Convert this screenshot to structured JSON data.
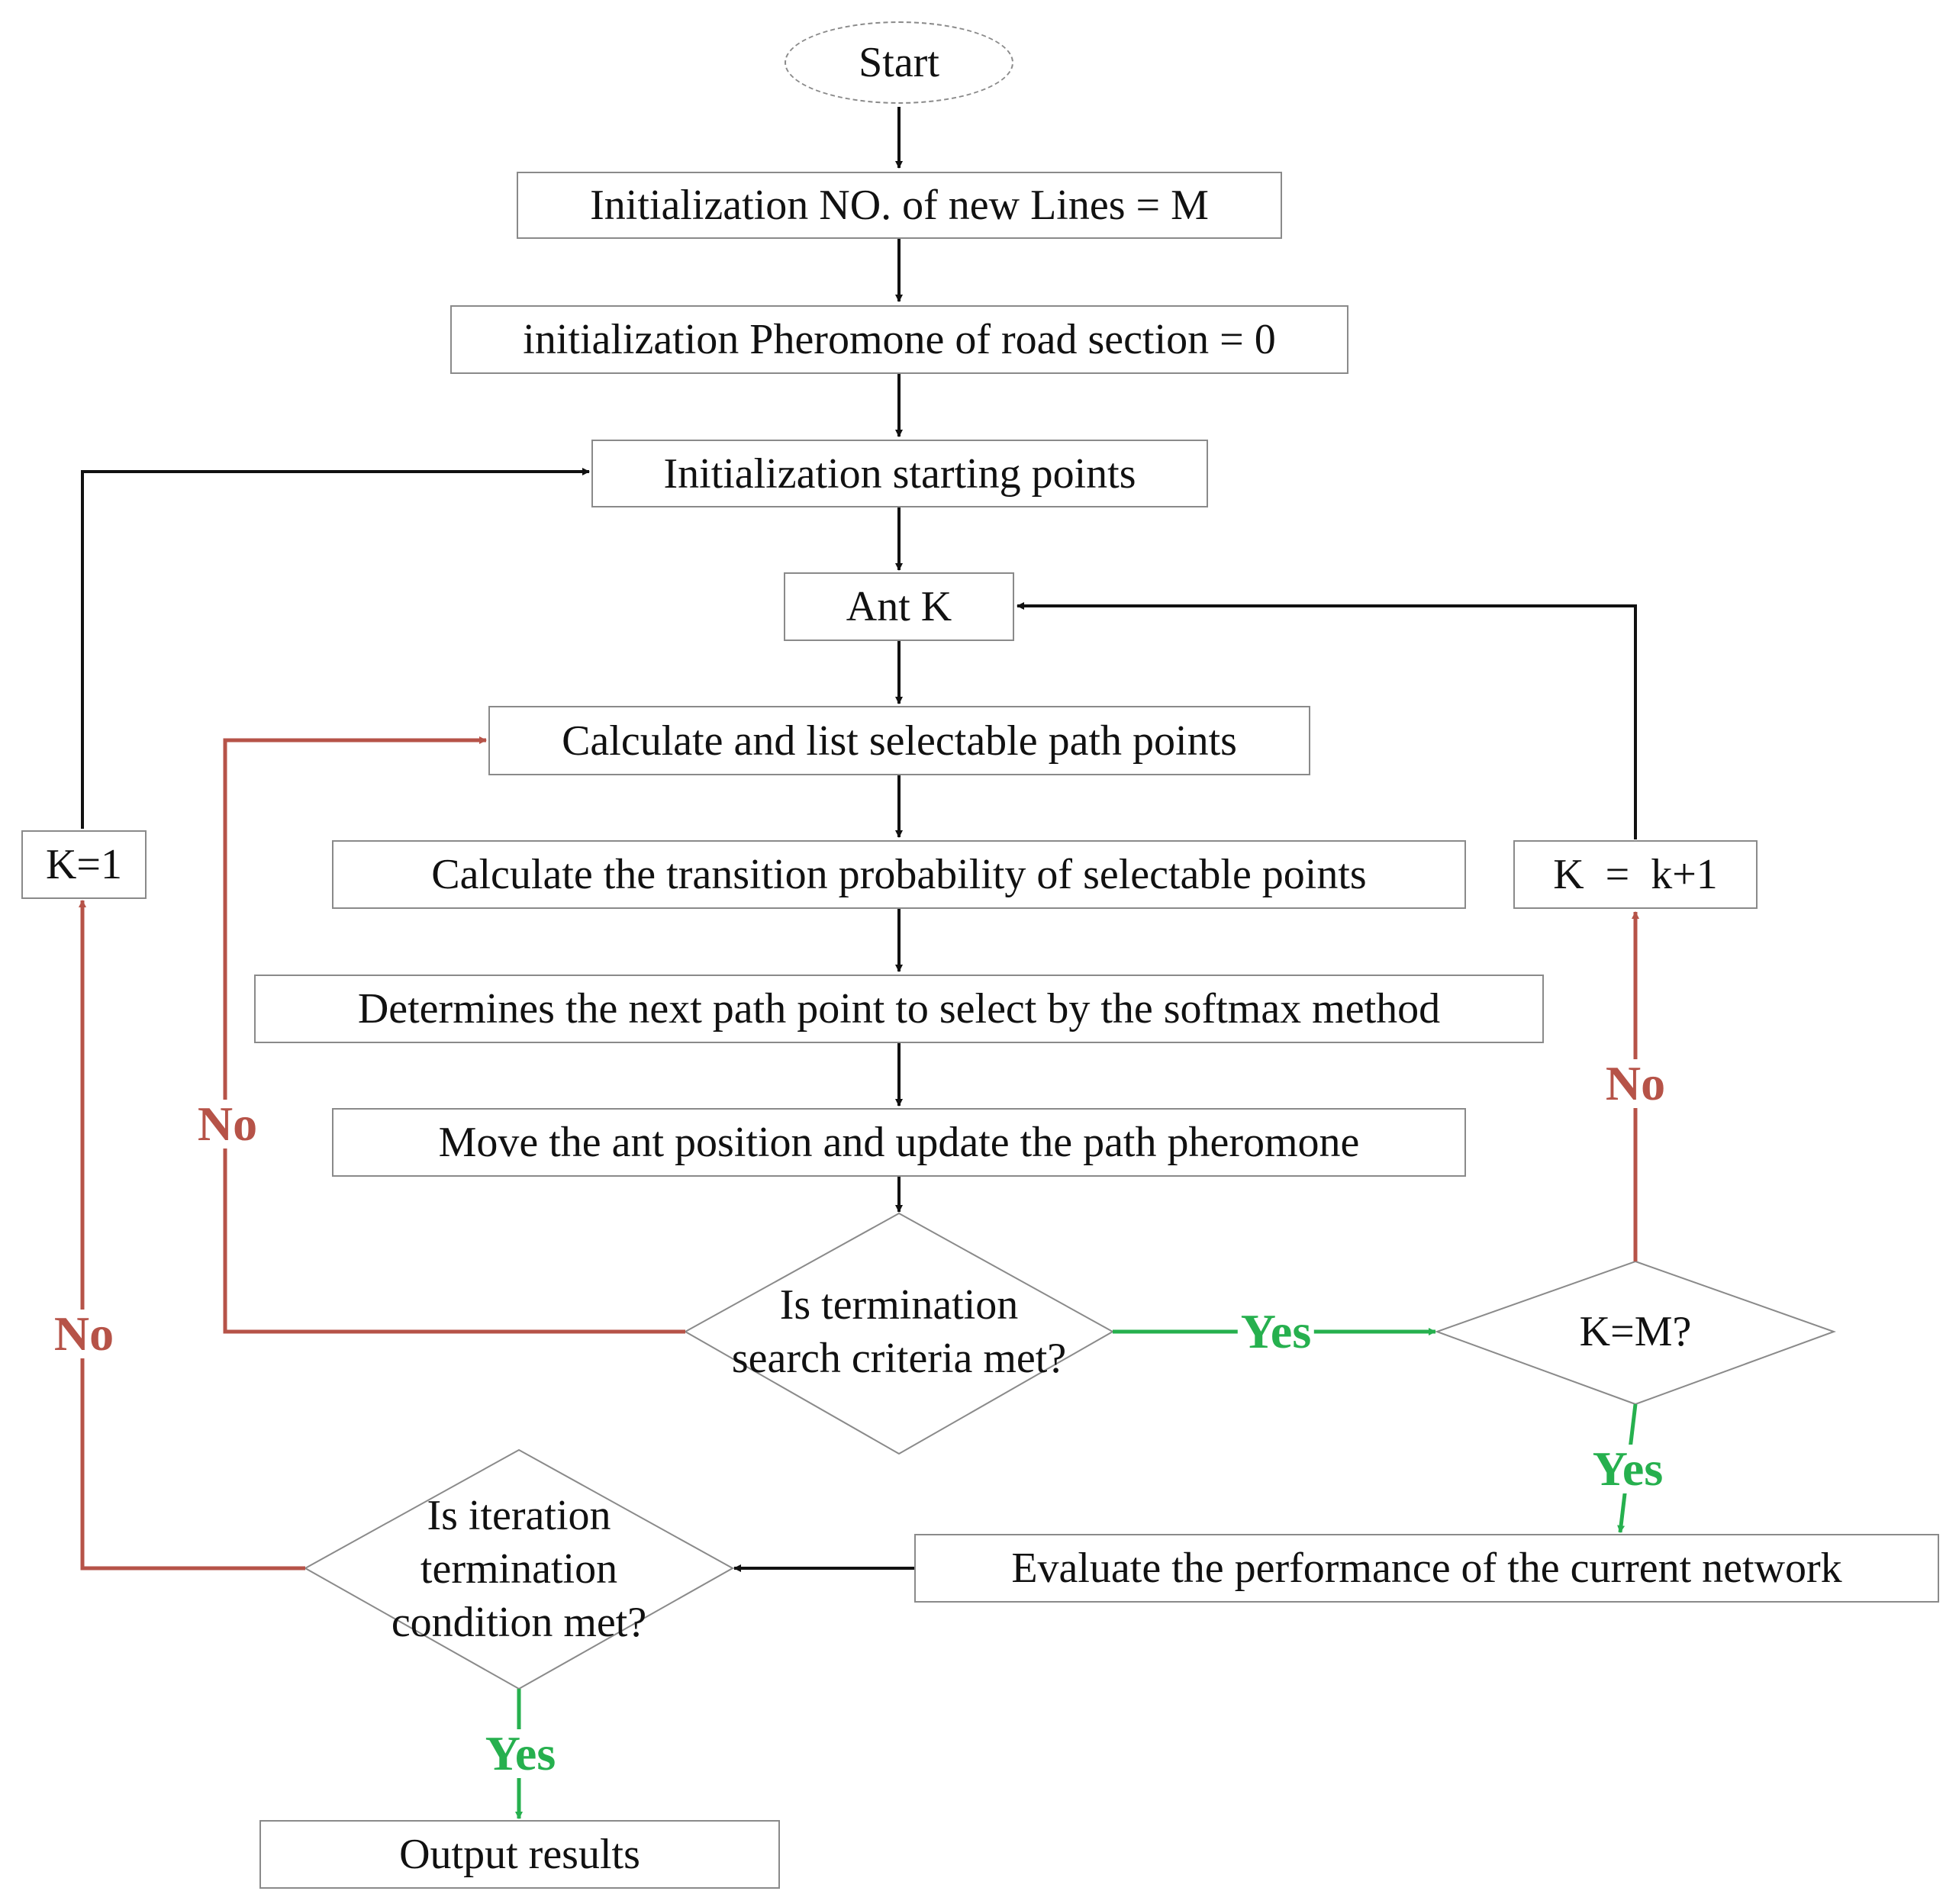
{
  "nodes": {
    "start": "Start",
    "init_lines": "Initialization NO. of new Lines = M",
    "init_pheromone": "initialization Pheromone of road section = 0",
    "init_points": "Initialization starting points",
    "ant_k": "Ant K",
    "calc_list": "Calculate and list selectable path points",
    "calc_prob": "Calculate the transition probability of selectable points",
    "softmax": "Determines the next path point to select by the softmax method",
    "move_update": "Move the ant position and update the path pheromone",
    "search_crit_l1": "Is termination",
    "search_crit_l2": "search criteria met?",
    "k_eq_m": "K=M?",
    "k_inc": "K  =  k+1",
    "k_one": "K=1",
    "evaluate": "Evaluate the performance of the current network",
    "iter_l1": "Is iteration",
    "iter_l2": "termination",
    "iter_l3": "condition met?",
    "output": "Output results"
  },
  "labels": {
    "no_search": "No",
    "yes_search": "Yes",
    "no_km": "No",
    "yes_km": "Yes",
    "no_iter": "No",
    "yes_iter": "Yes"
  },
  "colors": {
    "flow": "#111111",
    "no_path": "#b65348",
    "yes_path": "#26b04e",
    "border": "#8a8a8a"
  }
}
